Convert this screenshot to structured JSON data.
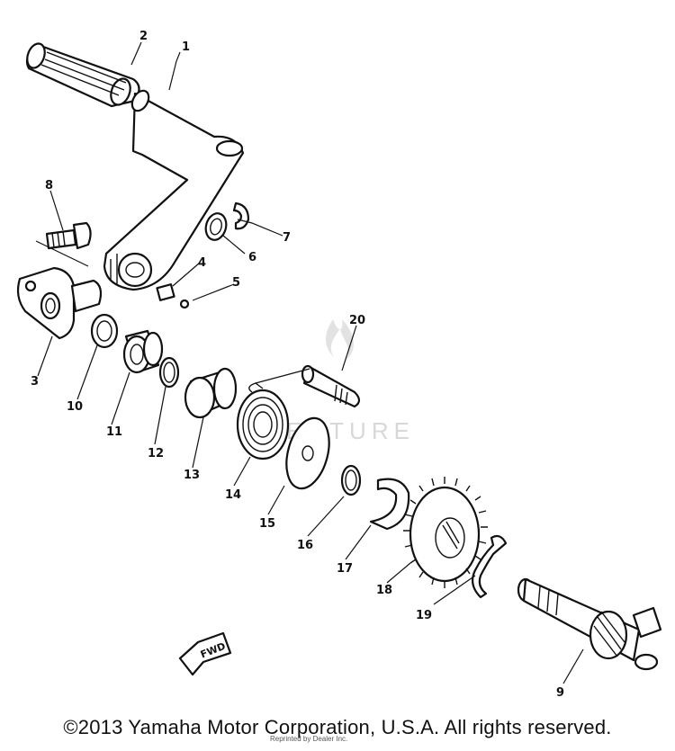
{
  "diagram": {
    "callouts": [
      "1",
      "2",
      "3",
      "4",
      "5",
      "6",
      "7",
      "8",
      "9",
      "10",
      "11",
      "12",
      "13",
      "14",
      "15",
      "16",
      "17",
      "18",
      "19",
      "20"
    ],
    "fwd_label": "FWD",
    "watermark": "L  VENTURE"
  },
  "footer": {
    "copyright": "©2013 Yamaha Motor Corporation, U.S.A. All rights reserved.",
    "reprint_note": "Reprinted by Dealer Inc."
  }
}
